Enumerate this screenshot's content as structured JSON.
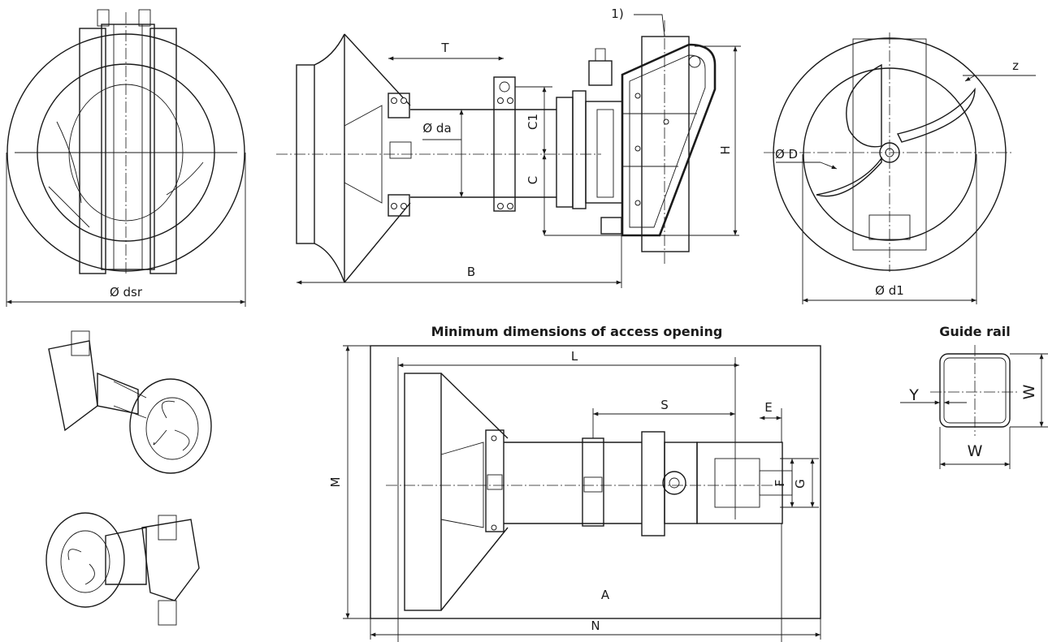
{
  "headings": {
    "access_opening": "Minimum dimensions of access opening",
    "guide_rail": "Guide rail"
  },
  "labels": {
    "dsr": "Ø dsr",
    "T": "T",
    "da": "Ø da",
    "C1": "C1",
    "C": "C",
    "B": "B",
    "H": "H",
    "note1": "1)",
    "z": "z",
    "D": "Ø D",
    "d1": "Ø d1",
    "L": "L",
    "S": "S",
    "E": "E",
    "M": "M",
    "F": "F",
    "G": "G",
    "A": "A",
    "N": "N",
    "Y": "Y",
    "W_side": "W",
    "W_bottom": "W"
  }
}
